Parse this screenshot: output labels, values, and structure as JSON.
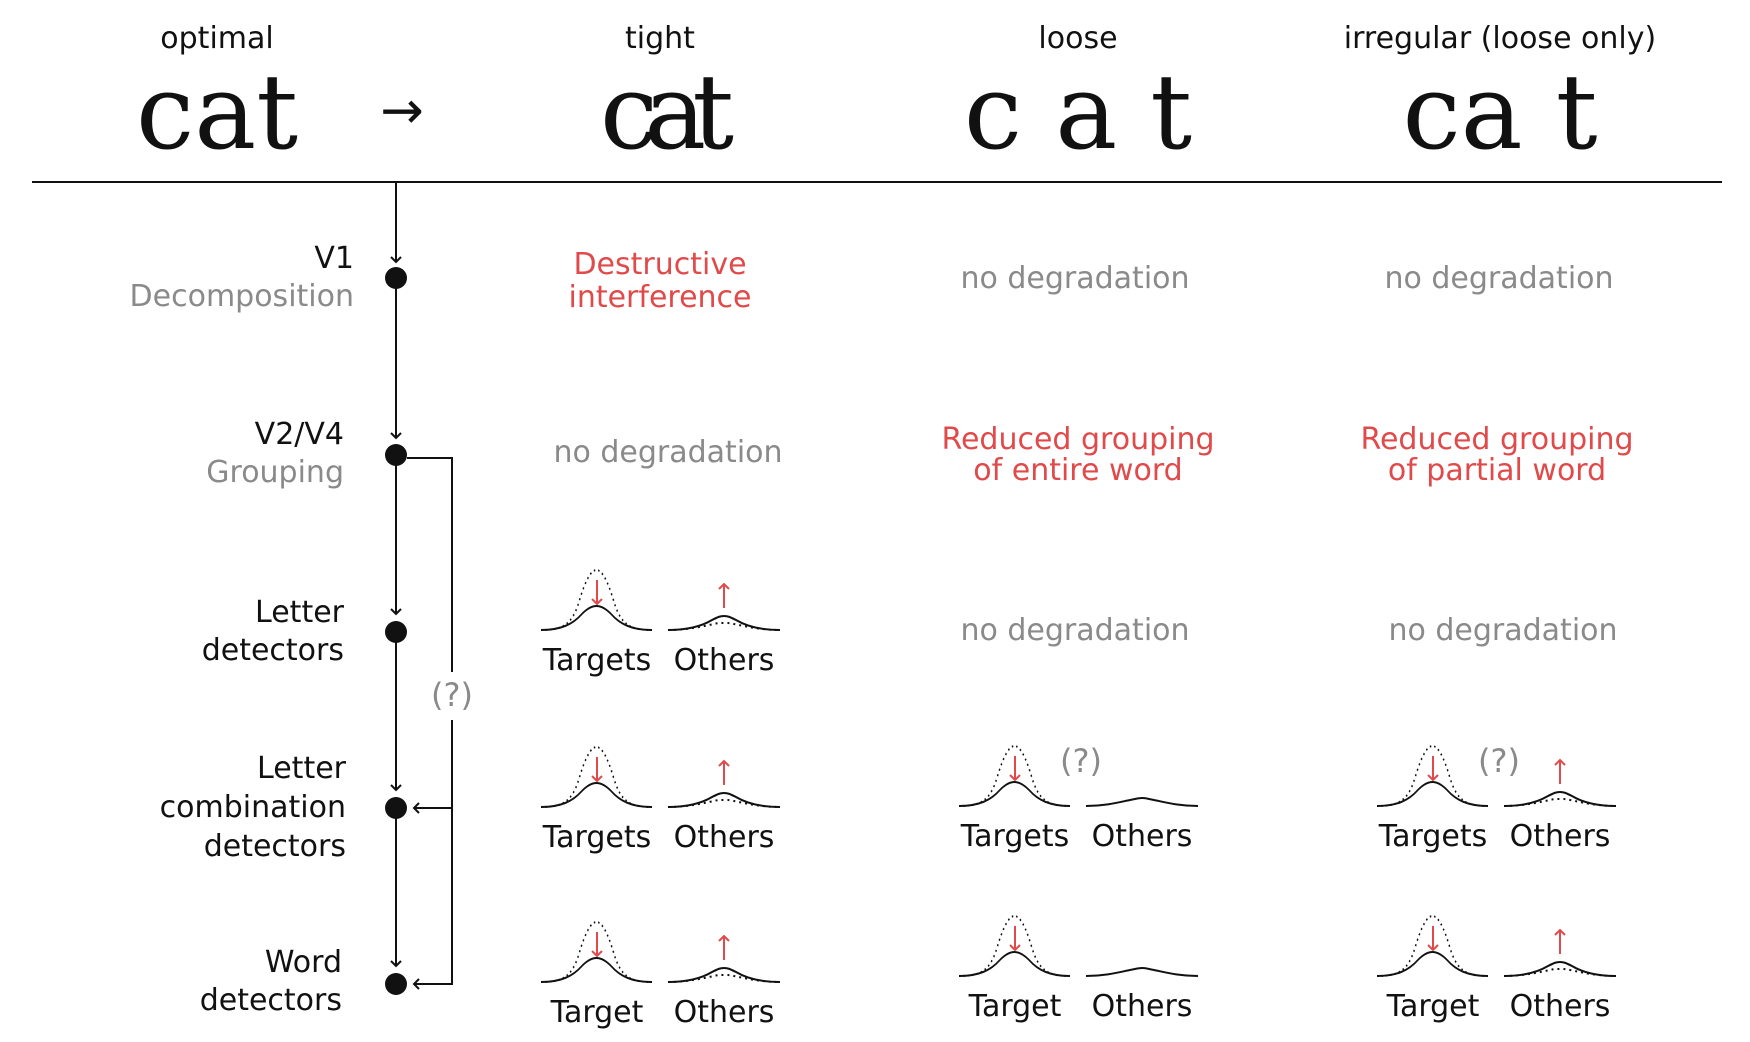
{
  "header": {
    "columns": [
      {
        "caption": "optimal",
        "word": "cat"
      },
      {
        "caption": "tight",
        "word": "cat"
      },
      {
        "caption": "loose",
        "word": "c a t"
      },
      {
        "caption": "irregular (loose only)",
        "word": "ca t"
      }
    ],
    "arrow": "→"
  },
  "stages": [
    {
      "title": "V1",
      "subtitle": "Decomposition"
    },
    {
      "title": "V2/V4",
      "subtitle": "Grouping"
    },
    {
      "title": "Letter",
      "subtitle": "detectors"
    },
    {
      "title": "Letter",
      "subtitle": "combination",
      "subtitle2": "detectors"
    },
    {
      "title": "Word",
      "subtitle": "detectors"
    }
  ],
  "feedback_label": "(?)",
  "cells": {
    "tight_v1": [
      "Destructive",
      "interference"
    ],
    "loose_v1": "no degradation",
    "irregular_v1": "no degradation",
    "tight_v2": "no degradation",
    "loose_v2": [
      "Reduced grouping",
      "of entire word"
    ],
    "irregular_v2": [
      "Reduced grouping",
      "of partial word"
    ],
    "loose_letter": "no degradation",
    "irregular_letter": "no degradation"
  },
  "curve_labels": {
    "targets": "Targets",
    "target": "Target",
    "others": "Others",
    "uncertain": "(?)"
  },
  "colors": {
    "text": "#111111",
    "muted": "#8a8a8a",
    "accent": "#e04a4a"
  }
}
